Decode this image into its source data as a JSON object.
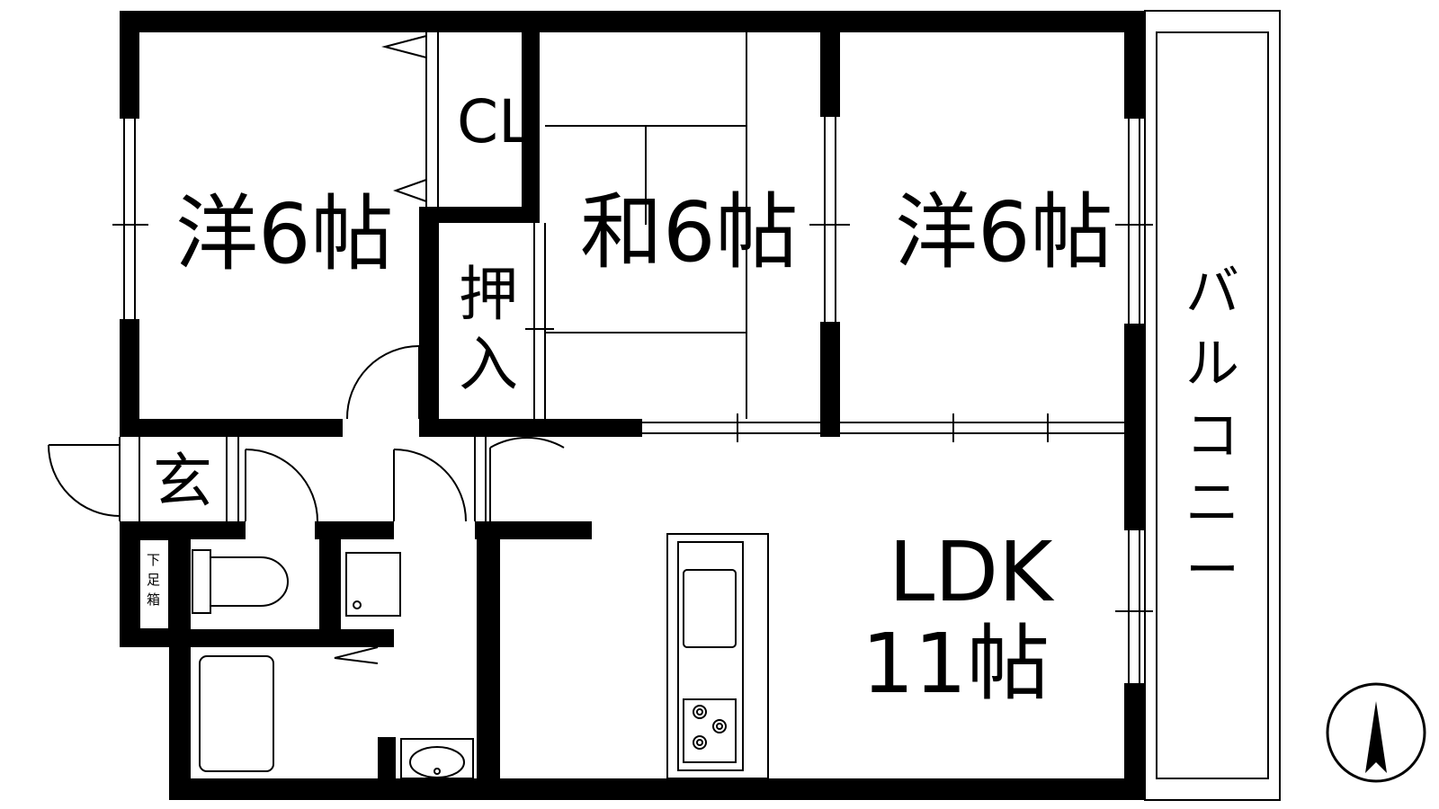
{
  "rooms": {
    "western_left": "洋6帖",
    "japanese": "和6帖",
    "western_right": "洋6帖",
    "ldk_name": "LDK",
    "ldk_size": "11帖",
    "closet": "CL",
    "oshiire": [
      "押",
      "入"
    ],
    "entrance": "玄",
    "shoe_box": [
      "下",
      "足",
      "箱"
    ],
    "balcony": [
      "バ",
      "ル",
      "コ",
      "ニ",
      "ー"
    ]
  },
  "compass": "north-arrow",
  "colors": {
    "wall": "#000000",
    "background": "#ffffff",
    "line": "#000000"
  }
}
